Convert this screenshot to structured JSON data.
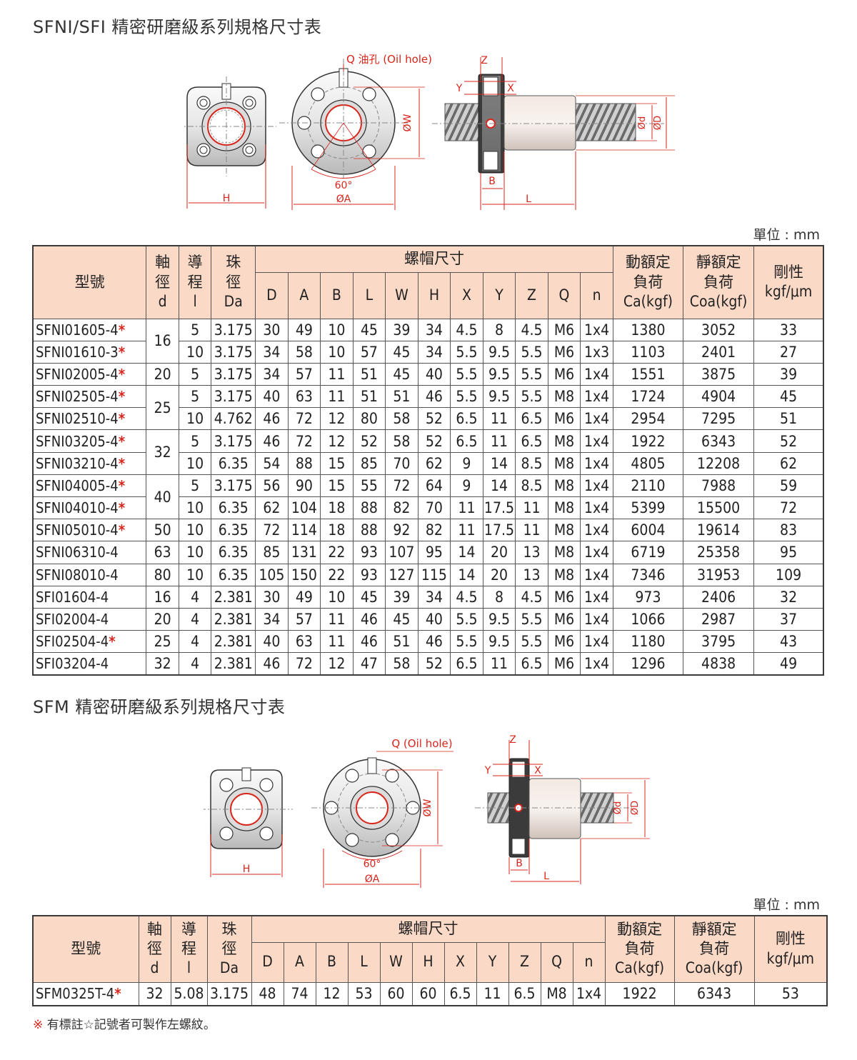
{
  "sections": [
    {
      "title": "SFNI/SFI 精密研磨級系列規格尺寸表",
      "unit": "單位 : mm",
      "diagram": {
        "oil_hole": "Q 油孔 (Oil hole)",
        "labels": {
          "H": "H",
          "angle": "60°",
          "A": "ØA",
          "W": "ØW",
          "B": "B",
          "L": "L",
          "Z": "Z",
          "Y": "Y",
          "X": "X",
          "d": "Ød",
          "D": "ØD"
        }
      },
      "header": {
        "model": "型號",
        "shaft": [
          "軸",
          "徑",
          "d"
        ],
        "lead": [
          "導",
          "程",
          "l"
        ],
        "ball": [
          "珠",
          "徑",
          "Da"
        ],
        "nut_dims": "螺帽尺寸",
        "nut_cols": [
          "D",
          "A",
          "B",
          "L",
          "W",
          "H",
          "X",
          "Y",
          "Z",
          "Q",
          "n"
        ],
        "dyn": [
          "動額定",
          "負荷",
          "Ca(kgf)"
        ],
        "stat": [
          "靜額定",
          "負荷",
          "Coa(kgf)"
        ],
        "rigid": [
          "剛性",
          "kgf/μm"
        ]
      },
      "rows": [
        {
          "model": "SFNI01605-4",
          "star": "*",
          "d": "16",
          "l": "5",
          "Da": "3.175",
          "D": "30",
          "A": "49",
          "B": "10",
          "L": "45",
          "W": "39",
          "H": "34",
          "X": "4.5",
          "Y": "8",
          "Z": "4.5",
          "Q": "M6",
          "n": "1x4",
          "Ca": "1380",
          "Coa": "3052",
          "k": "33"
        },
        {
          "model": "SFNI01610-3",
          "star": "*",
          "d": "",
          "l": "10",
          "Da": "3.175",
          "D": "34",
          "A": "58",
          "B": "10",
          "L": "57",
          "W": "45",
          "H": "34",
          "X": "5.5",
          "Y": "9.5",
          "Z": "5.5",
          "Q": "M6",
          "n": "1x3",
          "Ca": "1103",
          "Coa": "2401",
          "k": "27"
        },
        {
          "model": "SFNI02005-4",
          "star": "*",
          "d": "20",
          "l": "5",
          "Da": "3.175",
          "D": "34",
          "A": "57",
          "B": "11",
          "L": "51",
          "W": "45",
          "H": "40",
          "X": "5.5",
          "Y": "9.5",
          "Z": "5.5",
          "Q": "M6",
          "n": "1x4",
          "Ca": "1551",
          "Coa": "3875",
          "k": "39"
        },
        {
          "model": "SFNI02505-4",
          "star": "*",
          "d": "25",
          "l": "5",
          "Da": "3.175",
          "D": "40",
          "A": "63",
          "B": "11",
          "L": "51",
          "W": "51",
          "H": "46",
          "X": "5.5",
          "Y": "9.5",
          "Z": "5.5",
          "Q": "M8",
          "n": "1x4",
          "Ca": "1724",
          "Coa": "4904",
          "k": "45"
        },
        {
          "model": "SFNI02510-4",
          "star": "*",
          "d": "",
          "l": "10",
          "Da": "4.762",
          "D": "46",
          "A": "72",
          "B": "12",
          "L": "80",
          "W": "58",
          "H": "52",
          "X": "6.5",
          "Y": "11",
          "Z": "6.5",
          "Q": "M6",
          "n": "1x4",
          "Ca": "2954",
          "Coa": "7295",
          "k": "51"
        },
        {
          "model": "SFNI03205-4",
          "star": "*",
          "d": "32",
          "l": "5",
          "Da": "3.175",
          "D": "46",
          "A": "72",
          "B": "12",
          "L": "52",
          "W": "58",
          "H": "52",
          "X": "6.5",
          "Y": "11",
          "Z": "6.5",
          "Q": "M8",
          "n": "1x4",
          "Ca": "1922",
          "Coa": "6343",
          "k": "52"
        },
        {
          "model": "SFNI03210-4",
          "star": "*",
          "d": "",
          "l": "10",
          "Da": "6.35",
          "D": "54",
          "A": "88",
          "B": "15",
          "L": "85",
          "W": "70",
          "H": "62",
          "X": "9",
          "Y": "14",
          "Z": "8.5",
          "Q": "M8",
          "n": "1x4",
          "Ca": "4805",
          "Coa": "12208",
          "k": "62"
        },
        {
          "model": "SFNI04005-4",
          "star": "*",
          "d": "40",
          "l": "5",
          "Da": "3.175",
          "D": "56",
          "A": "90",
          "B": "15",
          "L": "55",
          "W": "72",
          "H": "64",
          "X": "9",
          "Y": "14",
          "Z": "8.5",
          "Q": "M8",
          "n": "1x4",
          "Ca": "2110",
          "Coa": "7988",
          "k": "59"
        },
        {
          "model": "SFNI04010-4",
          "star": "*",
          "d": "",
          "l": "10",
          "Da": "6.35",
          "D": "62",
          "A": "104",
          "B": "18",
          "L": "88",
          "W": "82",
          "H": "70",
          "X": "11",
          "Y": "17.5",
          "Z": "11",
          "Q": "M8",
          "n": "1x4",
          "Ca": "5399",
          "Coa": "15500",
          "k": "72"
        },
        {
          "model": "SFNI05010-4",
          "star": "*",
          "d": "50",
          "l": "10",
          "Da": "6.35",
          "D": "72",
          "A": "114",
          "B": "18",
          "L": "88",
          "W": "92",
          "H": "82",
          "X": "11",
          "Y": "17.5",
          "Z": "11",
          "Q": "M8",
          "n": "1x4",
          "Ca": "6004",
          "Coa": "19614",
          "k": "83"
        },
        {
          "model": "SFNI06310-4",
          "star": "",
          "d": "63",
          "l": "10",
          "Da": "6.35",
          "D": "85",
          "A": "131",
          "B": "22",
          "L": "93",
          "W": "107",
          "H": "95",
          "X": "14",
          "Y": "20",
          "Z": "13",
          "Q": "M8",
          "n": "1x4",
          "Ca": "6719",
          "Coa": "25358",
          "k": "95"
        },
        {
          "model": "SFNI08010-4",
          "star": "",
          "d": "80",
          "l": "10",
          "Da": "6.35",
          "D": "105",
          "A": "150",
          "B": "22",
          "L": "93",
          "W": "127",
          "H": "115",
          "X": "14",
          "Y": "20",
          "Z": "13",
          "Q": "M8",
          "n": "1x4",
          "Ca": "7346",
          "Coa": "31953",
          "k": "109"
        },
        {
          "model": "SFI01604-4",
          "star": "",
          "d": "16",
          "l": "4",
          "Da": "2.381",
          "D": "30",
          "A": "49",
          "B": "10",
          "L": "45",
          "W": "39",
          "H": "34",
          "X": "4.5",
          "Y": "8",
          "Z": "4.5",
          "Q": "M6",
          "n": "1x4",
          "Ca": "973",
          "Coa": "2406",
          "k": "32"
        },
        {
          "model": "SFI02004-4",
          "star": "",
          "d": "20",
          "l": "4",
          "Da": "2.381",
          "D": "34",
          "A": "57",
          "B": "11",
          "L": "46",
          "W": "45",
          "H": "40",
          "X": "5.5",
          "Y": "9.5",
          "Z": "5.5",
          "Q": "M6",
          "n": "1x4",
          "Ca": "1066",
          "Coa": "2987",
          "k": "37"
        },
        {
          "model": "SFI02504-4",
          "star": "*",
          "d": "25",
          "l": "4",
          "Da": "2.381",
          "D": "40",
          "A": "63",
          "B": "11",
          "L": "46",
          "W": "51",
          "H": "46",
          "X": "5.5",
          "Y": "9.5",
          "Z": "5.5",
          "Q": "M6",
          "n": "1x4",
          "Ca": "1180",
          "Coa": "3795",
          "k": "43"
        },
        {
          "model": "SFI03204-4",
          "star": "",
          "d": "32",
          "l": "4",
          "Da": "2.381",
          "D": "46",
          "A": "72",
          "B": "12",
          "L": "47",
          "W": "58",
          "H": "52",
          "X": "6.5",
          "Y": "11",
          "Z": "6.5",
          "Q": "M6",
          "n": "1x4",
          "Ca": "1296",
          "Coa": "4838",
          "k": "49"
        }
      ]
    },
    {
      "title": "SFM 精密研磨級系列規格尺寸表",
      "unit": "單位 : mm",
      "diagram": {
        "oil_hole": "Q (Oil hole)",
        "labels": {
          "H": "H",
          "angle": "60°",
          "A": "ØA",
          "W": "ØW",
          "B": "B",
          "L": "L",
          "Z": "Z",
          "Y": "Y",
          "X": "X",
          "d": "Ød",
          "D": "ØD"
        }
      },
      "rows": [
        {
          "model": "SFM0325T-4",
          "star": "*",
          "d": "32",
          "l": "5.08",
          "Da": "3.175",
          "D": "48",
          "A": "74",
          "B": "12",
          "L": "53",
          "W": "60",
          "H": "60",
          "X": "6.5",
          "Y": "11",
          "Z": "6.5",
          "Q": "M8",
          "n": "1x4",
          "Ca": "1922",
          "Coa": "6343",
          "k": "53"
        }
      ]
    }
  ],
  "note": {
    "mark": "※",
    "text": "有標註☆記號者可製作左螺紋。"
  },
  "colors": {
    "header_bg": "#fbd9c7",
    "star": "#d8261c",
    "accent_line": "#d8261c"
  }
}
